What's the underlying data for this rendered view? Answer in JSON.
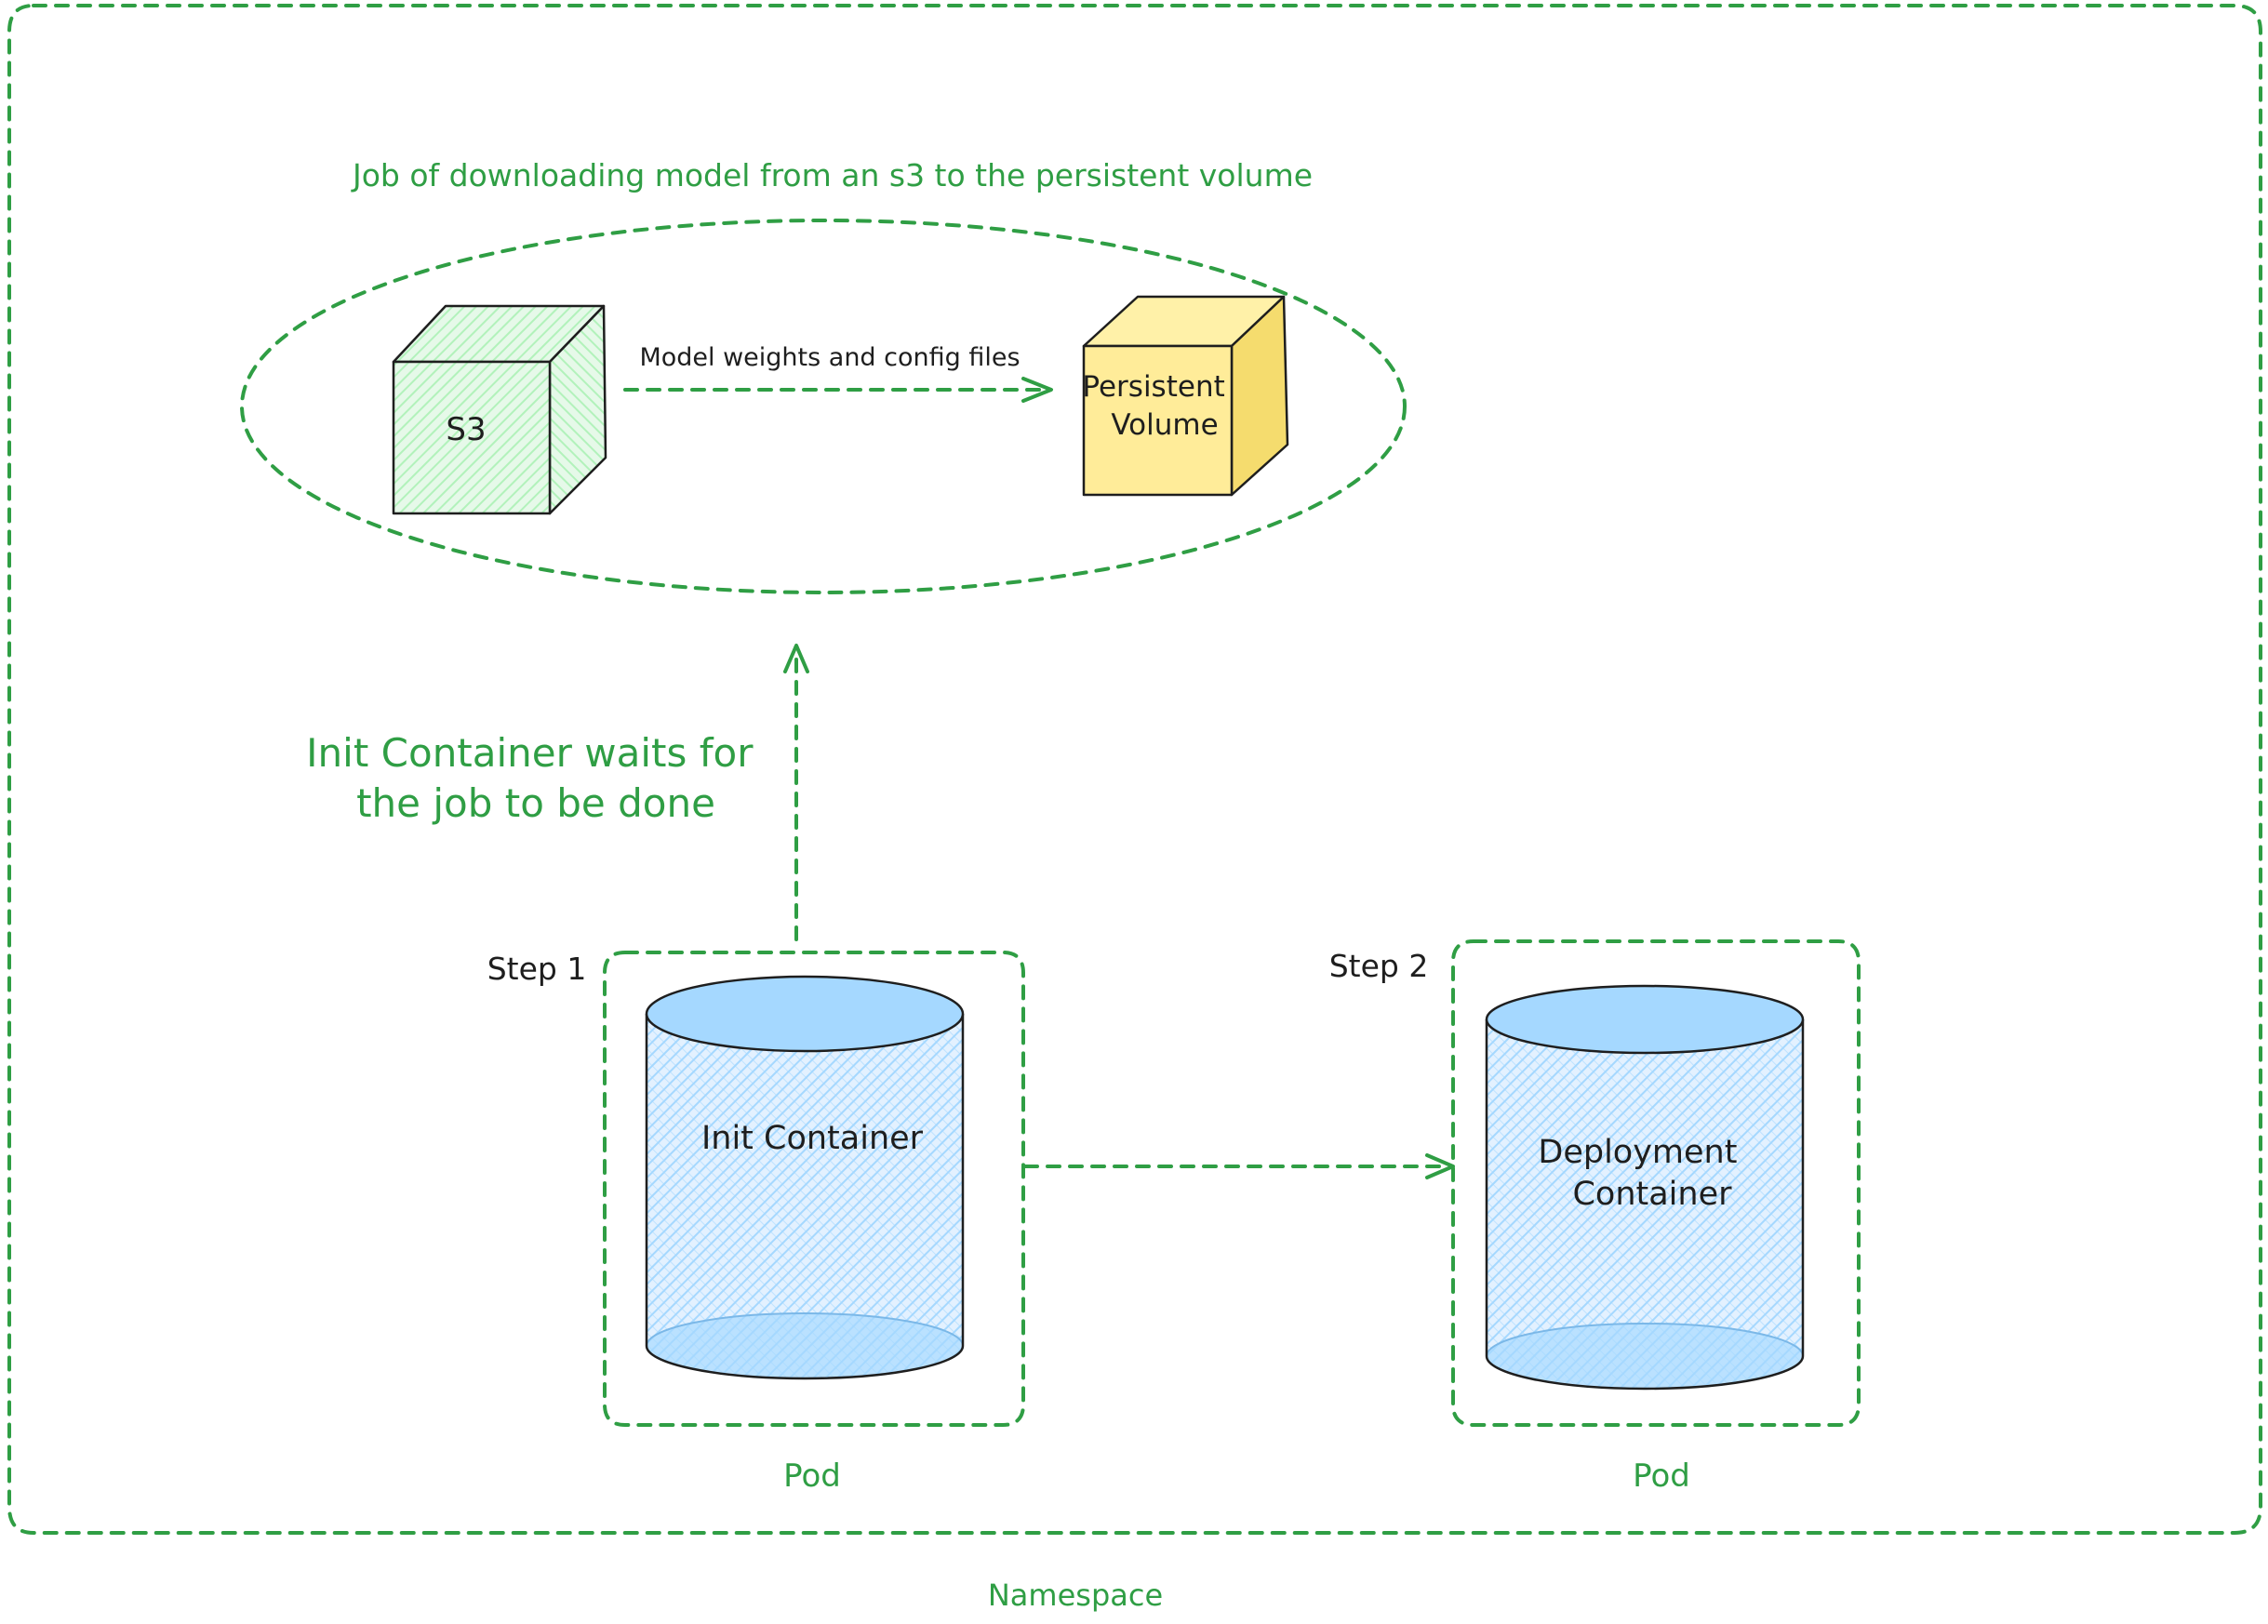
{
  "namespace": {
    "label": "Namespace"
  },
  "job": {
    "caption": "Job of downloading model from an s3 to the persistent volume",
    "source": {
      "label": "S3",
      "color": "#b2f2bb"
    },
    "target": {
      "label_line1": "Persistent",
      "label_line2": "Volume",
      "color": "#ffec99"
    },
    "transfer_label": "Model weights and config files"
  },
  "wait_note": {
    "line1": "Init Container waits for",
    "line2": "the job to be done"
  },
  "steps": [
    {
      "step_label": "Step 1",
      "container_line1": "Init Container",
      "container_line2": "",
      "pod_label": "Pod"
    },
    {
      "step_label": "Step 2",
      "container_line1": "Deployment",
      "container_line2": "Container",
      "pod_label": "Pod"
    }
  ],
  "colors": {
    "accent_green": "#2f9e44",
    "container_fill": "#a5d8ff",
    "ink": "#1e1e1e"
  }
}
